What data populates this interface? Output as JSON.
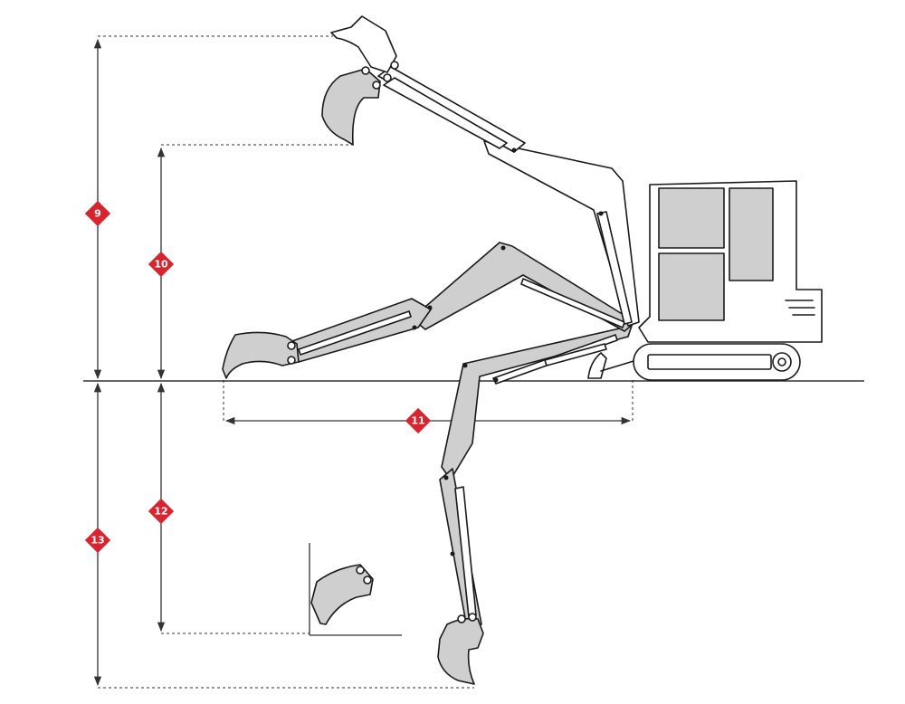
{
  "colors": {
    "badge": "#d7242f",
    "ink": "#1a1a1a",
    "part_fill": "#cfcfcf",
    "window_fill": "#cfcfcf"
  },
  "dimension_labels": {
    "d9": "9",
    "d10": "10",
    "d11": "11",
    "d12": "12",
    "d13": "13"
  }
}
